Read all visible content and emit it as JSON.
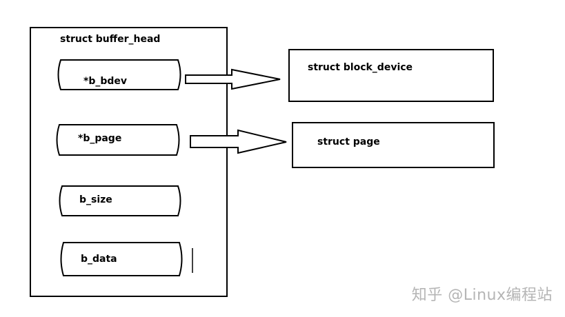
{
  "container": {
    "title": "struct buffer_head",
    "fields": [
      {
        "label": "*b_bdev"
      },
      {
        "label": "*b_page"
      },
      {
        "label": "b_size"
      },
      {
        "label": "b_data"
      }
    ]
  },
  "targets": [
    {
      "label": "struct block_device"
    },
    {
      "label": "struct page"
    }
  ],
  "watermark": "知乎 @Linux编程站"
}
